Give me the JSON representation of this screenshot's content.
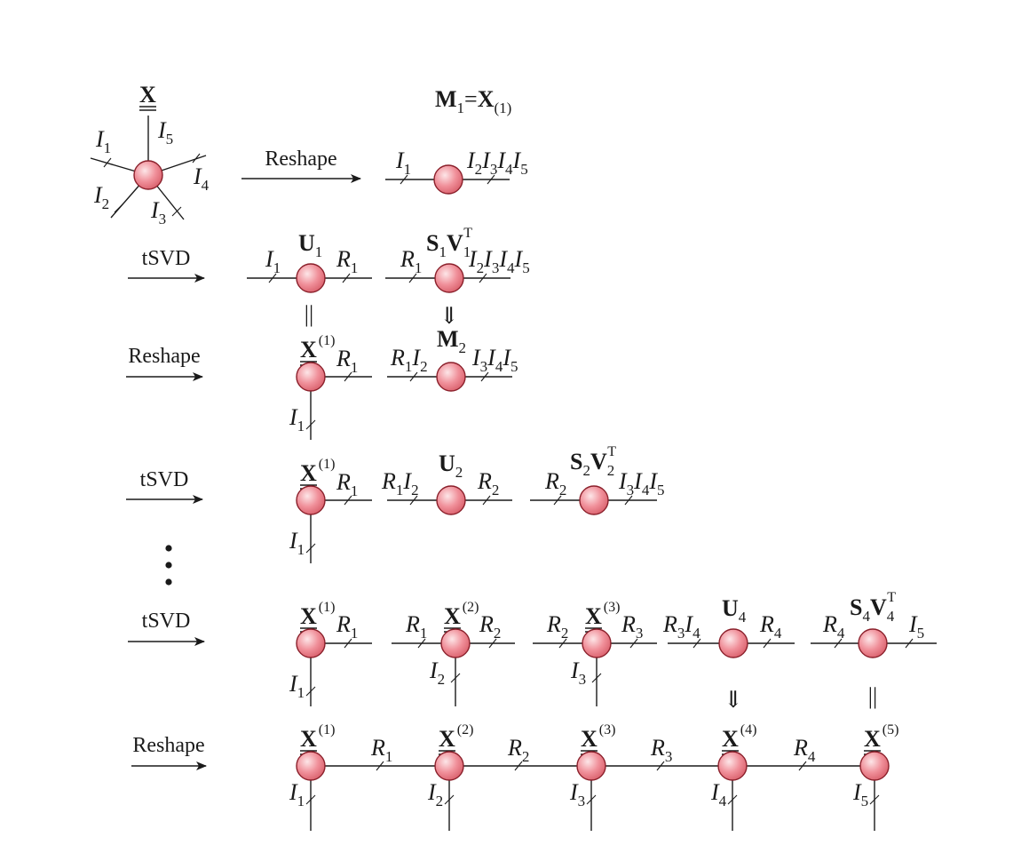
{
  "steps": [
    "Reshape",
    "tSVD",
    "Reshape",
    "tSVD",
    "tSVD",
    "Reshape"
  ],
  "ellipsis": "⋮",
  "equals_sign": "||",
  "down_arrow": "⇓",
  "labels": {
    "X": "X",
    "M": "M",
    "U": "U",
    "S": "S",
    "V": "V",
    "T": "T",
    "I": "I",
    "R": "R",
    "eq": "=",
    "sub_1_paren": "(1)",
    "sup_1": "(1)",
    "sup_2": "(2)",
    "sup_3": "(3)",
    "sup_4": "(4)",
    "sup_5": "(5)",
    "n1": "1",
    "n2": "2",
    "n3": "3",
    "n4": "4",
    "n5": "5"
  },
  "colors": {
    "node_fill_light": "#fbe1e3",
    "node_fill_dark": "#e16a77",
    "node_stroke": "#8a1f2a"
  }
}
